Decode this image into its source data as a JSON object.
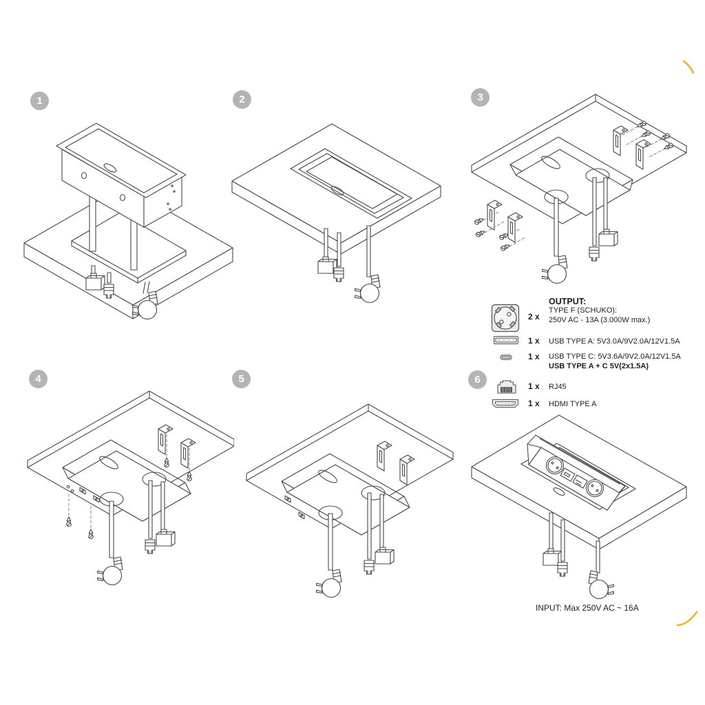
{
  "page": {
    "background": "#ffffff"
  },
  "steps": [
    {
      "number": "1"
    },
    {
      "number": "2"
    },
    {
      "number": "3"
    },
    {
      "number": "4"
    },
    {
      "number": "5"
    },
    {
      "number": "6"
    }
  ],
  "output_panel": {
    "title": "OUTPUT:",
    "items": [
      {
        "icon": "schuko-socket-icon",
        "qty": "2 x",
        "line1": "TYPE F (SCHUKO):",
        "line2": "250V AC - 13A (3.000W max.)"
      },
      {
        "icon": "usb-a-port-icon",
        "qty": "1 x",
        "line1": "USB TYPE A: 5V3.0A/9V2.0A/12V1.5A"
      },
      {
        "icon": "usb-c-port-icon",
        "qty": "1 x",
        "line1": "USB TYPE C: 5V3.6A/9V2.0A/12V1.5A",
        "line2_bold": "USB TYPE A + C 5V(2x1.5A)"
      },
      {
        "icon": "rj45-port-icon",
        "qty": "1 x",
        "line1": "RJ45"
      },
      {
        "icon": "hdmi-port-icon",
        "qty": "1 x",
        "line1": "HDMI TYPE A"
      }
    ]
  },
  "footer": {
    "input_label": "INPUT: Max 250V AC ~ 16A"
  },
  "colors": {
    "line_art": "#474747",
    "step_badge": "#b4b4b4",
    "accent_yellow": "#f0b429",
    "text": "#1d1d1d"
  }
}
